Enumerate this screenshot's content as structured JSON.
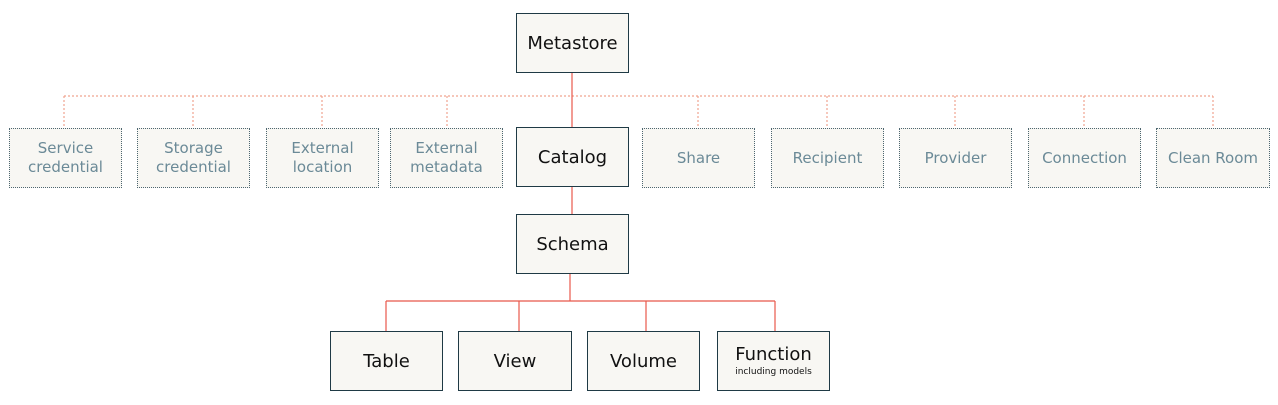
{
  "nodes": {
    "metastore": "Metastore",
    "catalog": "Catalog",
    "schema": "Schema",
    "securables": {
      "service_credential": "Service credential",
      "storage_credential": "Storage credential",
      "external_location": "External location",
      "external_metadata": "External metadata",
      "share": "Share",
      "recipient": "Recipient",
      "provider": "Provider",
      "connection": "Connection",
      "clean_room": "Clean Room"
    },
    "children": {
      "table": "Table",
      "view": "View",
      "volume": "Volume",
      "function": "Function",
      "function_note": "including models"
    }
  },
  "colors": {
    "solid_border": "#1f3a45",
    "dotted_border": "#4d6670",
    "dotted_text": "#6b8a97",
    "box_fill": "#f8f7f3",
    "connector_solid": "#e8584b",
    "connector_dotted": "#f0a48f"
  }
}
